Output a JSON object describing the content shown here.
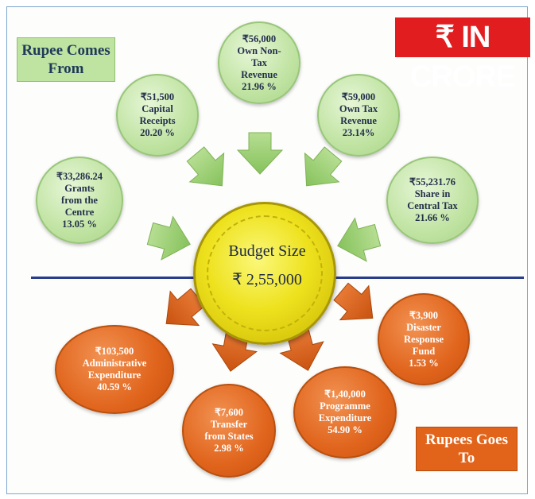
{
  "unit_badge": "₹ IN CRORE",
  "source_label": [
    "Rupee Comes",
    "From"
  ],
  "destination_label": [
    "Rupees Goes",
    "To"
  ],
  "center": {
    "title": "Budget Size",
    "value": "₹ 2,55,000"
  },
  "sources": [
    {
      "id": "capital-receipts",
      "amount": "₹51,500",
      "name": [
        "Capital",
        "Receipts"
      ],
      "percent": "20.20 %"
    },
    {
      "id": "own-non-tax-revenue",
      "amount": "₹56,000",
      "name": [
        "Own Non-",
        "Tax",
        "Revenue"
      ],
      "percent": "21.96 %"
    },
    {
      "id": "own-tax-revenue",
      "amount": "₹59,000",
      "name": [
        "Own Tax",
        "Revenue"
      ],
      "percent": "23.14%"
    },
    {
      "id": "grants-from-centre",
      "amount": "₹33,286.24",
      "name": [
        "Grants",
        "from the",
        "Centre"
      ],
      "percent": "13.05 %"
    },
    {
      "id": "share-central-tax",
      "amount": "₹55,231.76",
      "name": [
        "Share in",
        "Central Tax"
      ],
      "percent": "21.66 %"
    }
  ],
  "uses": [
    {
      "id": "administrative-expenditure",
      "amount": "₹103,500",
      "name": [
        "Administrative",
        "Expenditure"
      ],
      "percent": "40.59 %"
    },
    {
      "id": "transfer-from-states",
      "amount": "₹7,600",
      "name": [
        "Transfer",
        "from States"
      ],
      "percent": "2.98 %"
    },
    {
      "id": "programme-expenditure",
      "amount": "₹1,40,000",
      "name": [
        "Programme",
        "Expenditure"
      ],
      "percent": "54.90 %"
    },
    {
      "id": "disaster-response-fund",
      "amount": "₹3,900",
      "name": [
        "Disaster",
        "Response",
        "Fund"
      ],
      "percent": "1.53 %"
    }
  ],
  "colors": {
    "inflow": "#c0e3a2",
    "outflow": "#e0641c",
    "coin": "#eee21e",
    "divider": "#2a3d8c",
    "badge": "#e11d1f"
  }
}
